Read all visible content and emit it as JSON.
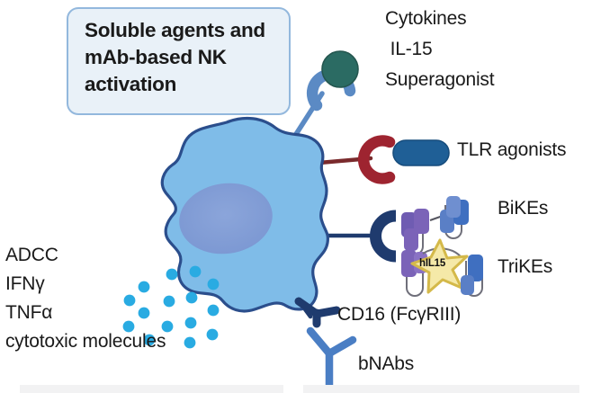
{
  "figure": {
    "title_box": {
      "text": "Soluble agents and mAb-based NK activation",
      "fill": "#e9f1f8",
      "border": "#93b8dd"
    },
    "cell": {
      "name": "NK cell",
      "membrane_fill": "#7fbce8",
      "membrane_stroke": "#2b4e8c",
      "nucleus_fill": "#7e9bd6"
    },
    "effector_output": {
      "items": [
        "ADCC",
        "IFNγ",
        "TNFα",
        "cytotoxic molecules"
      ],
      "granule_color": "#29abe2",
      "granule_count": 15
    },
    "labels": {
      "cytokines": "Cytokines",
      "il15": " IL-15",
      "superagonist": "Superagonist",
      "tlr": "TLR agonists",
      "bikes": "BiKEs",
      "trikes": "TriKEs",
      "cd16": "CD16 (FcγRIII)",
      "bnabs": "bNAbs",
      "hil15_star": "hIL15"
    },
    "colors": {
      "cytokine_receptor": "#5b8ac4",
      "cytokine_ligand": "#2b6b63",
      "tlr_receptor": "#9e2430",
      "tlr_ligand": "#1f5f96",
      "cd16_receptor": "#1f3b6e",
      "bnab": "#4a7ec4",
      "bike_purple": "#7b63b8",
      "bike_blue": "#3f6fc0",
      "star_fill": "#f5e9a8",
      "star_stroke": "#d4b94a"
    }
  }
}
